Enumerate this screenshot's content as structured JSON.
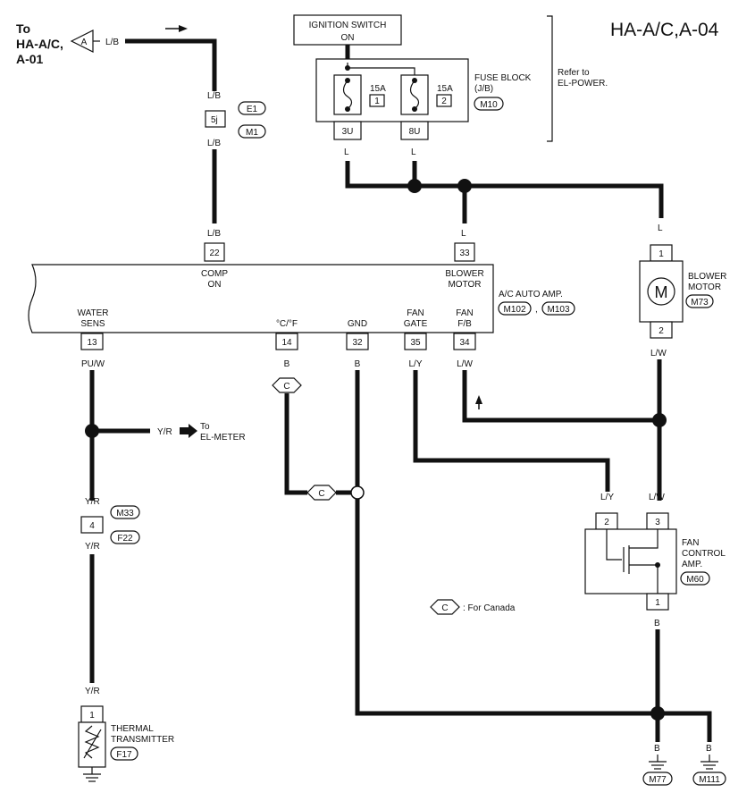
{
  "title": "HA-A/C,A-04",
  "to_link": {
    "line1": "To",
    "line2": "HA-A/C,",
    "line3": "A-01",
    "marker": "A",
    "wire": "L/B"
  },
  "ignition": {
    "line1": "IGNITION SWITCH",
    "line2": "ON"
  },
  "fuse_block": {
    "label1": "FUSE BLOCK",
    "label2": "(J/B)",
    "conn": "M10",
    "refer1": "Refer to",
    "refer2": "EL-POWER.",
    "fuses": [
      {
        "amp": "15A",
        "num": "1",
        "term": "3U",
        "wire": "L"
      },
      {
        "amp": "15A",
        "num": "2",
        "term": "8U",
        "wire": "L"
      }
    ]
  },
  "joint_5j": {
    "term": "5j",
    "conn1": "E1",
    "conn2": "M1",
    "wire_in": "L/B",
    "wire_out": "L/B"
  },
  "amp": {
    "name": "A/C AUTO AMP.",
    "conn1": "M102",
    "sep": ",",
    "conn2": "M103",
    "top_pins": [
      {
        "num": "22",
        "wire": "L/B",
        "name1": "COMP",
        "name2": "ON"
      },
      {
        "num": "33",
        "wire": "L",
        "name1": "BLOWER",
        "name2": "MOTOR"
      }
    ],
    "bottom_pins": [
      {
        "num": "13",
        "wire": "PU/W",
        "name1": "WATER",
        "name2": "SENS"
      },
      {
        "num": "14",
        "wire": "B",
        "name1": "°C/°F",
        "name2": ""
      },
      {
        "num": "32",
        "wire": "B",
        "name1": "GND",
        "name2": ""
      },
      {
        "num": "35",
        "wire": "L/Y",
        "name1": "FAN",
        "name2": "GATE"
      },
      {
        "num": "34",
        "wire": "L/W",
        "name1": "FAN",
        "name2": "F/B"
      }
    ]
  },
  "blower_motor": {
    "label1": "BLOWER",
    "label2": "MOTOR",
    "conn": "M73",
    "pin_top": "1",
    "pin_bot": "2",
    "symbol": "M",
    "wire_in": "L",
    "wire_out": "L/W"
  },
  "el_meter": {
    "wire": "Y/R",
    "to": "To",
    "dest": "EL-METER"
  },
  "joint_4": {
    "term": "4",
    "conn1": "M33",
    "conn2": "F22",
    "wire_in": "Y/R",
    "wire_out": "Y/R"
  },
  "thermal": {
    "label1": "THERMAL",
    "label2": "TRANSMITTER",
    "conn": "F17",
    "pin": "1",
    "wire": "Y/R"
  },
  "canada": {
    "marker": "C",
    "note": ": For Canada"
  },
  "fan_control": {
    "label1": "FAN",
    "label2": "CONTROL",
    "label3": "AMP.",
    "conn": "M60",
    "pin_a": "2",
    "pin_b": "3",
    "pin_c": "1",
    "wire_a": "L/Y",
    "wire_b": "L/W",
    "wire_c": "B"
  },
  "grounds": [
    {
      "wire": "B",
      "conn": "M77"
    },
    {
      "wire": "B",
      "conn": "M111"
    }
  ]
}
